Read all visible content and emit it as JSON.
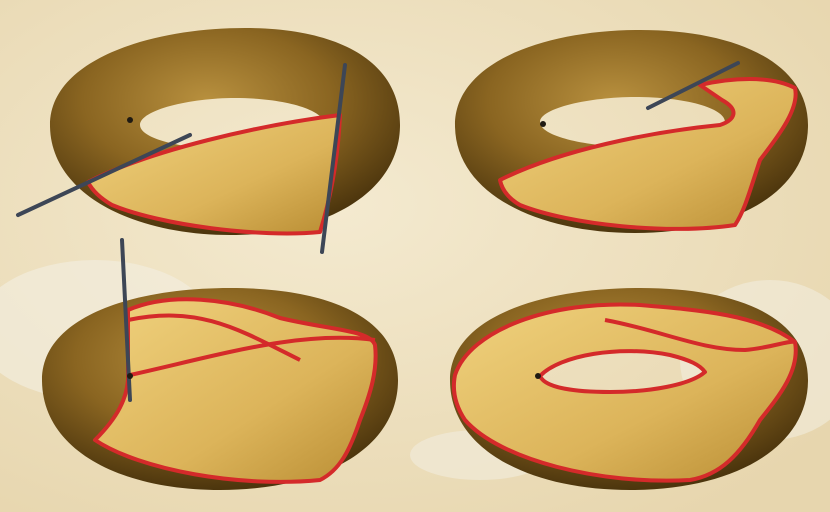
{
  "image": {
    "subject": "torus-surface-illustrations",
    "panel_count": 4,
    "colors": {
      "background": "#efe3c4",
      "torus_dark": "#5b4112",
      "torus_mid": "#8a6521",
      "torus_light": "#b8903e",
      "sheet_fill": "#e3bf63",
      "sheet_edge": "#d42a2a",
      "axis_line": "#3d4656"
    }
  },
  "panels": [
    {
      "id": "top-left",
      "has_axis_lines": true
    },
    {
      "id": "top-right",
      "has_axis_lines": true
    },
    {
      "id": "bottom-left",
      "has_axis_lines": true
    },
    {
      "id": "bottom-right",
      "has_axis_lines": false
    }
  ]
}
